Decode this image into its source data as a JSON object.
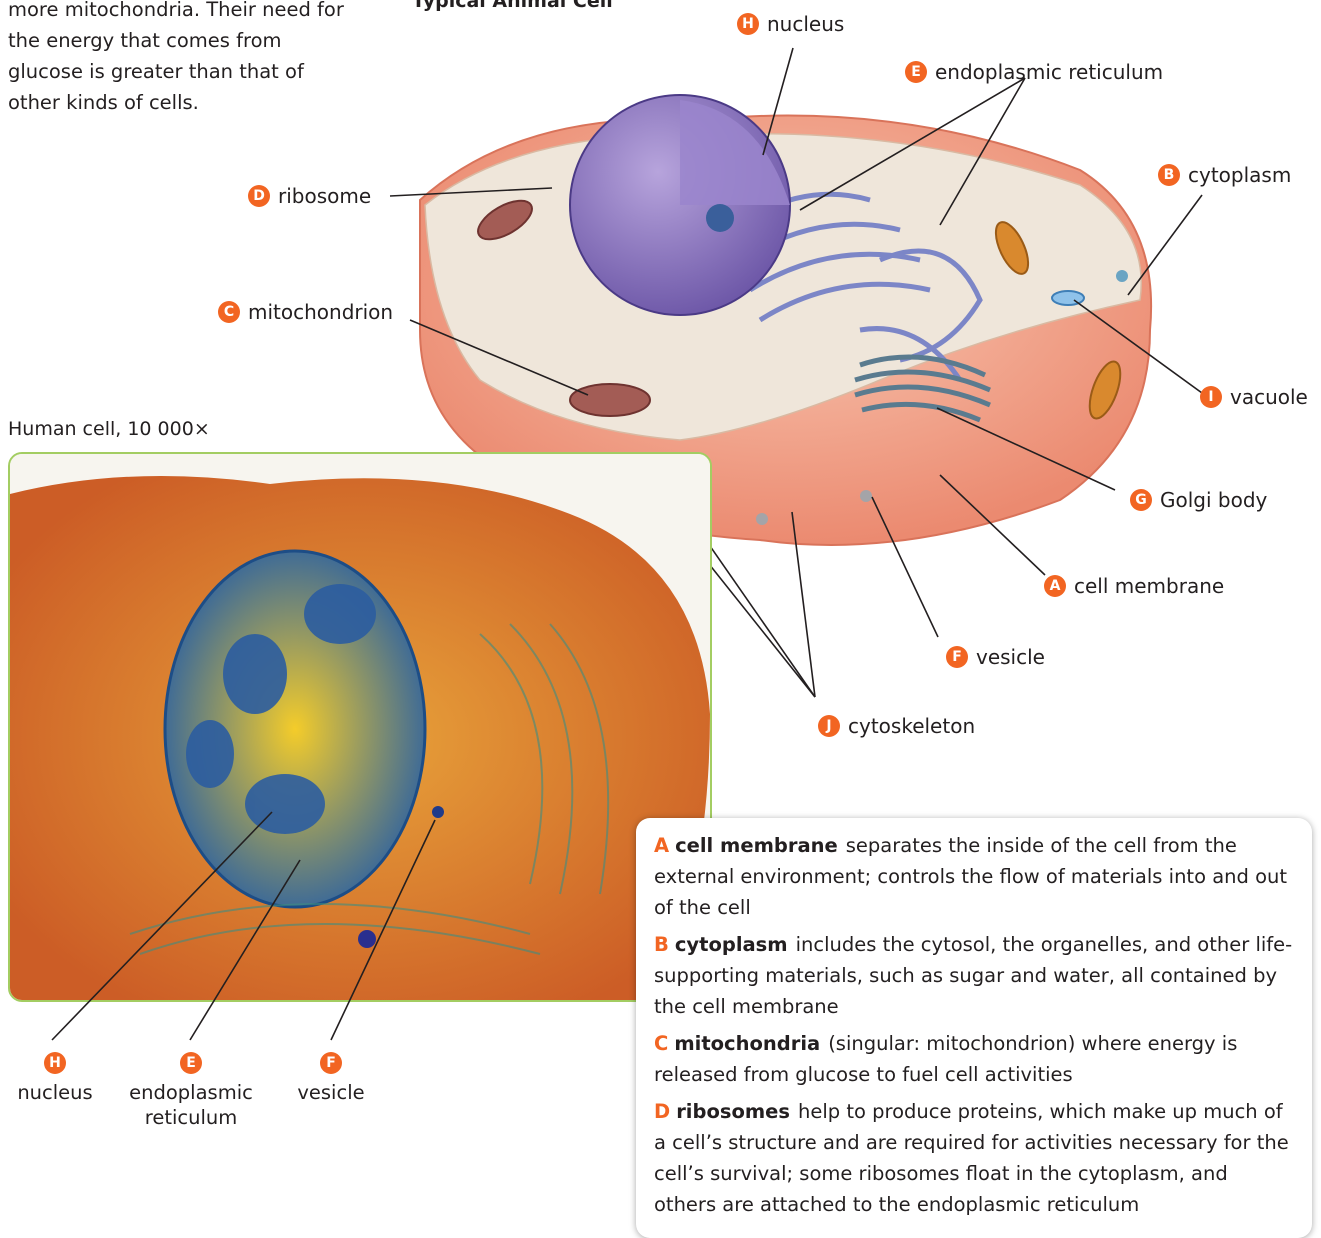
{
  "intro_text": "more mitochondria. Their need for the energy that comes from glucose is greater than that of other kinds of cells.",
  "diagram_title": "Typical Animal Cell",
  "callouts": {
    "nucleus": {
      "letter": "H",
      "label": "nucleus"
    },
    "endoplasmic_reticulum": {
      "letter": "E",
      "label": "endoplasmic reticulum"
    },
    "cytoplasm": {
      "letter": "B",
      "label": "cytoplasm"
    },
    "ribosome": {
      "letter": "D",
      "label": "ribosome"
    },
    "mitochondrion": {
      "letter": "C",
      "label": "mitochondrion"
    },
    "vacuole": {
      "letter": "I",
      "label": "vacuole"
    },
    "golgi_body": {
      "letter": "G",
      "label": "Golgi body"
    },
    "cell_membrane": {
      "letter": "A",
      "label": "cell membrane"
    },
    "vesicle": {
      "letter": "F",
      "label": "vesicle"
    },
    "cytoskeleton": {
      "letter": "J",
      "label": "cytoskeleton"
    }
  },
  "micrograph": {
    "caption": "Human cell, 10 000×",
    "labels": [
      {
        "letter": "H",
        "label": "nucleus"
      },
      {
        "letter": "E",
        "label": "endoplasmic reticulum"
      },
      {
        "letter": "F",
        "label": "vesicle"
      }
    ]
  },
  "definitions": [
    {
      "letter": "A",
      "term": "cell membrane",
      "text": "separates the inside of the cell from the external environment; controls the flow of materials into and out of the cell"
    },
    {
      "letter": "B",
      "term": "cytoplasm",
      "text": "includes the cytosol, the organelles, and other life-supporting materials, such as sugar and water, all contained by the cell membrane"
    },
    {
      "letter": "C",
      "term": "mitochondria",
      "text": "(singular: mitochondrion) where energy is released from glucose to fuel cell activities"
    },
    {
      "letter": "D",
      "term": "ribosomes",
      "text": "help to produce proteins, which make up much of a cell’s structure and are required for activities necessary for the cell’s survival; some ribosomes float in the cytoplasm, and others are attached to the endoplasmic reticulum"
    }
  ],
  "colors": {
    "badge": "#f26522",
    "frame": "#a3cd62"
  }
}
